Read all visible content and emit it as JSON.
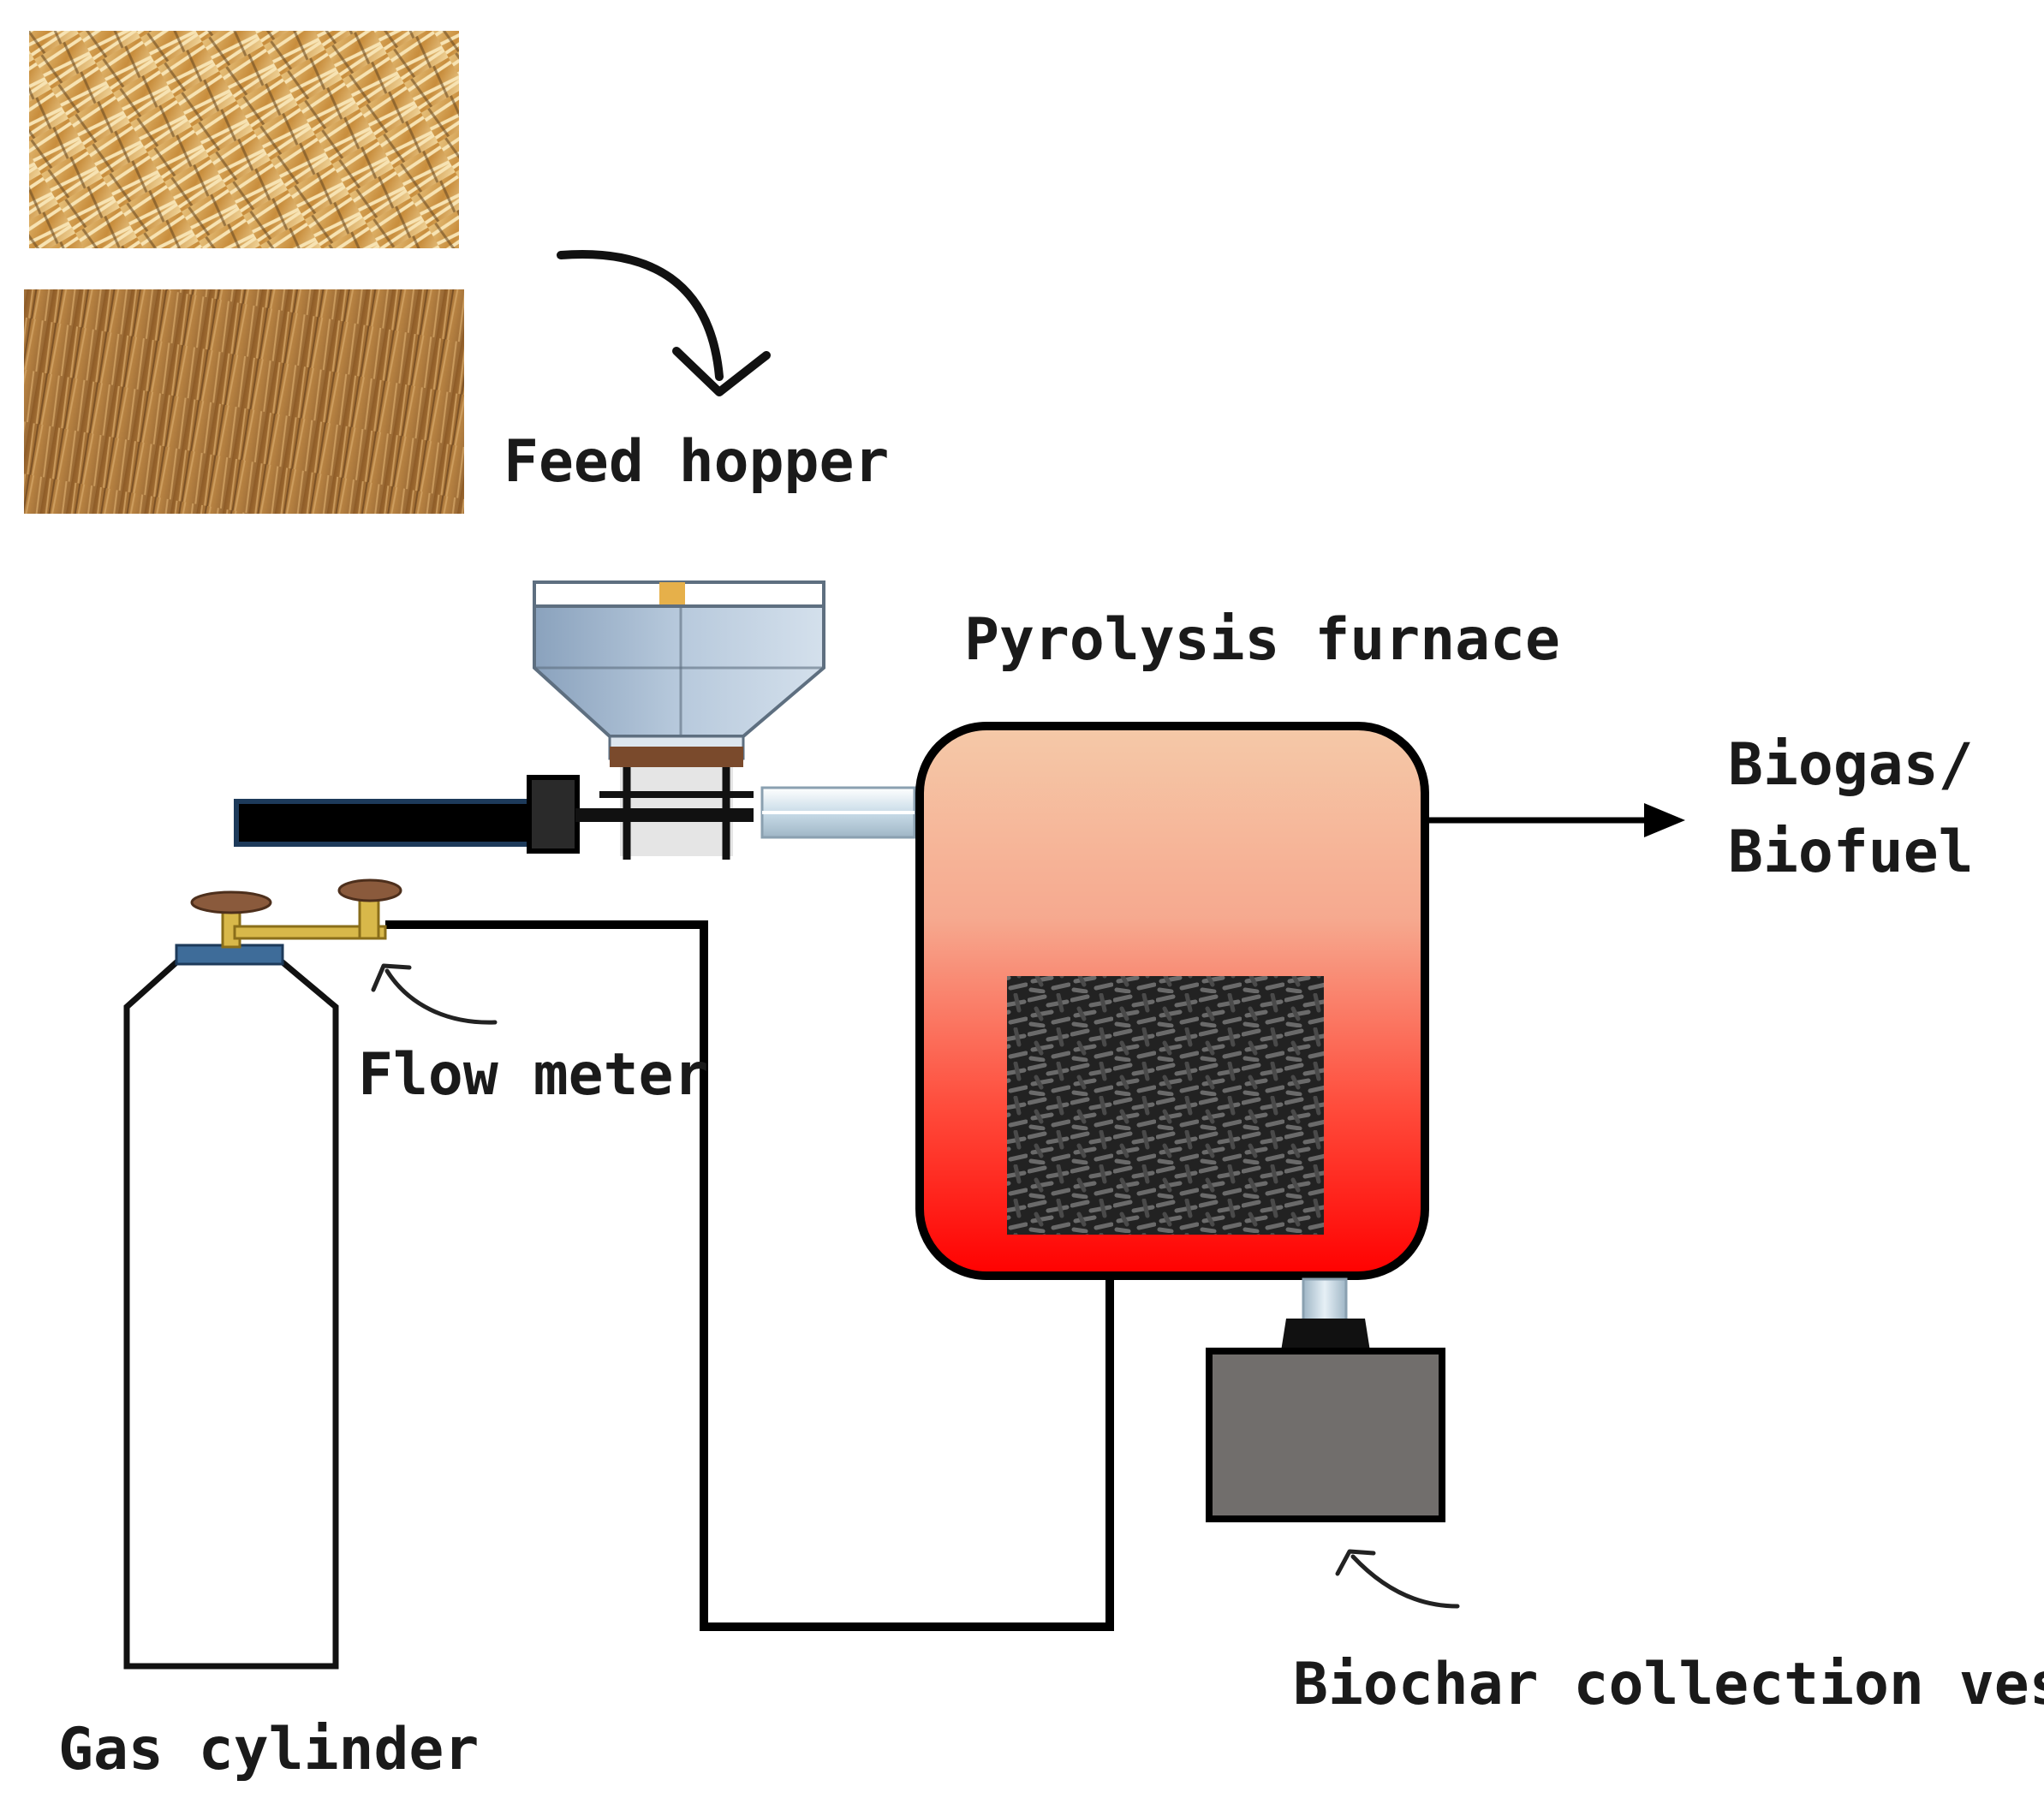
{
  "labels": {
    "feed_hopper": "Feed hopper",
    "pyrolysis_furnace": "Pyrolysis furnace",
    "output_line1": "Biogas/",
    "output_line2": "Biofuel",
    "flow_meter": "Flow meter",
    "biochar_vessel": "Biochar collection vessel",
    "gas_cylinder": "Gas cylinder"
  },
  "colors": {
    "furnace_top": "#f5c9a8",
    "furnace_bottom": "#ff0000",
    "biochar": "#2a2a2a",
    "vessel": "#716e6c",
    "hopper": "#9fb3c8",
    "straw": "#d9a84f",
    "hay": "#a8743a",
    "valve": "#8a5a3c",
    "cylinder_cap": "#3e6c99",
    "brass": "#d8b84a"
  }
}
